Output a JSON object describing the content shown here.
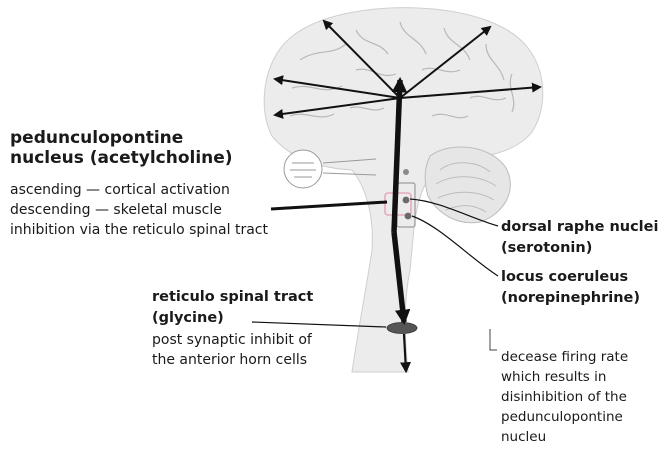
{
  "labels": {
    "pedunculopontine": {
      "title": [
        "pedunculopontine",
        "nucleus (acetylcholine)"
      ],
      "description": [
        "ascending — cortical activation",
        "descending — skeletal muscle",
        "inhibition via the reticulo spinal tract"
      ]
    },
    "reticulo_spinal": {
      "title": [
        "reticulo spinal tract",
        "(glycine)"
      ],
      "description": [
        "post synaptic inhibit of",
        "the anterior horn cells"
      ]
    },
    "dorsal_raphe": {
      "title": [
        "dorsal raphe nuclei",
        "(serotonin)"
      ]
    },
    "locus_coeruleus": {
      "title": [
        "locus coeruleus",
        "(norepinephrine)"
      ],
      "note": [
        "decease firing rate",
        "which results in",
        "disinhibition of the",
        "pedunculopontine",
        "nucleu"
      ]
    }
  },
  "colors": {
    "text": "#1a1a1a",
    "brain_fill": "#ececec",
    "brain_detail": "#b8b8b8",
    "arrow": "#111111",
    "nucleus_highlight": "#e7a9c1",
    "glycine_oval": "#555555"
  }
}
